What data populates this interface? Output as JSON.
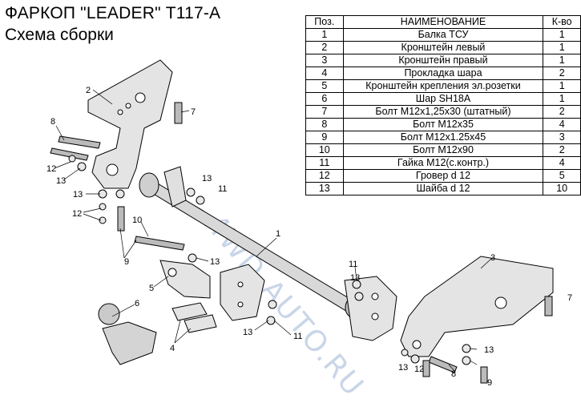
{
  "header": {
    "title": "ФАРКОП \"LEADER\" Т117-А",
    "subtitle": "Схема сборки"
  },
  "watermark": "4WD-AUTO.RU",
  "table": {
    "columns": [
      "Поз.",
      "НАИМЕНОВАНИЕ",
      "К-во"
    ],
    "rows": [
      [
        "1",
        "Балка ТСУ",
        "1"
      ],
      [
        "2",
        "Кронштейн левый",
        "1"
      ],
      [
        "3",
        "Кронштейн правый",
        "1"
      ],
      [
        "4",
        "Прокладка шара",
        "2"
      ],
      [
        "5",
        "Кронштейн крепления эл.розетки",
        "1"
      ],
      [
        "6",
        "Шар SH18A",
        "1"
      ],
      [
        "7",
        "Болт М12х1,25х30 (штатный)",
        "2"
      ],
      [
        "8",
        "Болт М12х35",
        "4"
      ],
      [
        "9",
        "Болт М12х1.25х45",
        "3"
      ],
      [
        "10",
        "Болт М12х90",
        "2"
      ],
      [
        "11",
        "Гайка М12(с.контр.)",
        "4"
      ],
      [
        "12",
        "Гровер d 12",
        "5"
      ],
      [
        "13",
        "Шайба d 12",
        "10"
      ]
    ]
  },
  "callouts": [
    "1",
    "2",
    "3",
    "4",
    "5",
    "6",
    "7",
    "7",
    "8",
    "8",
    "9",
    "9",
    "10",
    "11",
    "11",
    "11",
    "12",
    "12",
    "12",
    "13",
    "13",
    "13",
    "13",
    "13",
    "13",
    "13",
    "13"
  ]
}
